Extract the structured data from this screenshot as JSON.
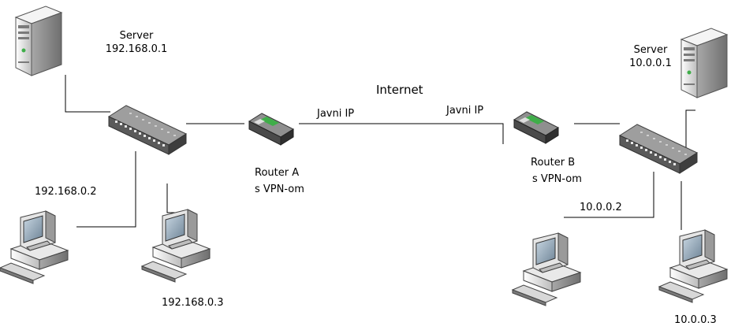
{
  "labels": {
    "server_left_title": "Server",
    "server_left_ip": "192.168.0.1",
    "server_right_title": "Server",
    "server_right_ip": "10.0.0.1",
    "internet": "Internet",
    "public_ip_a": "Javni  IP",
    "public_ip_b": "Javni  IP",
    "router_a_line1": "Router A",
    "router_a_line2": "s VPN-om",
    "router_b_line1": "Router B",
    "router_b_line2": "s VPN-om",
    "pc_left1_ip": "192.168.0.2",
    "pc_left2_ip": "192.168.0.3",
    "pc_right1_ip": "10.0.0.2",
    "pc_right2_ip": "10.0.0.3"
  },
  "colors": {
    "device_body": "#e8e8e8",
    "device_shade": "#9a9a9a",
    "device_dark": "#4a4a4a",
    "router_accent": "#3fae49",
    "screen": "#7a8fa0",
    "line": "#000000"
  }
}
